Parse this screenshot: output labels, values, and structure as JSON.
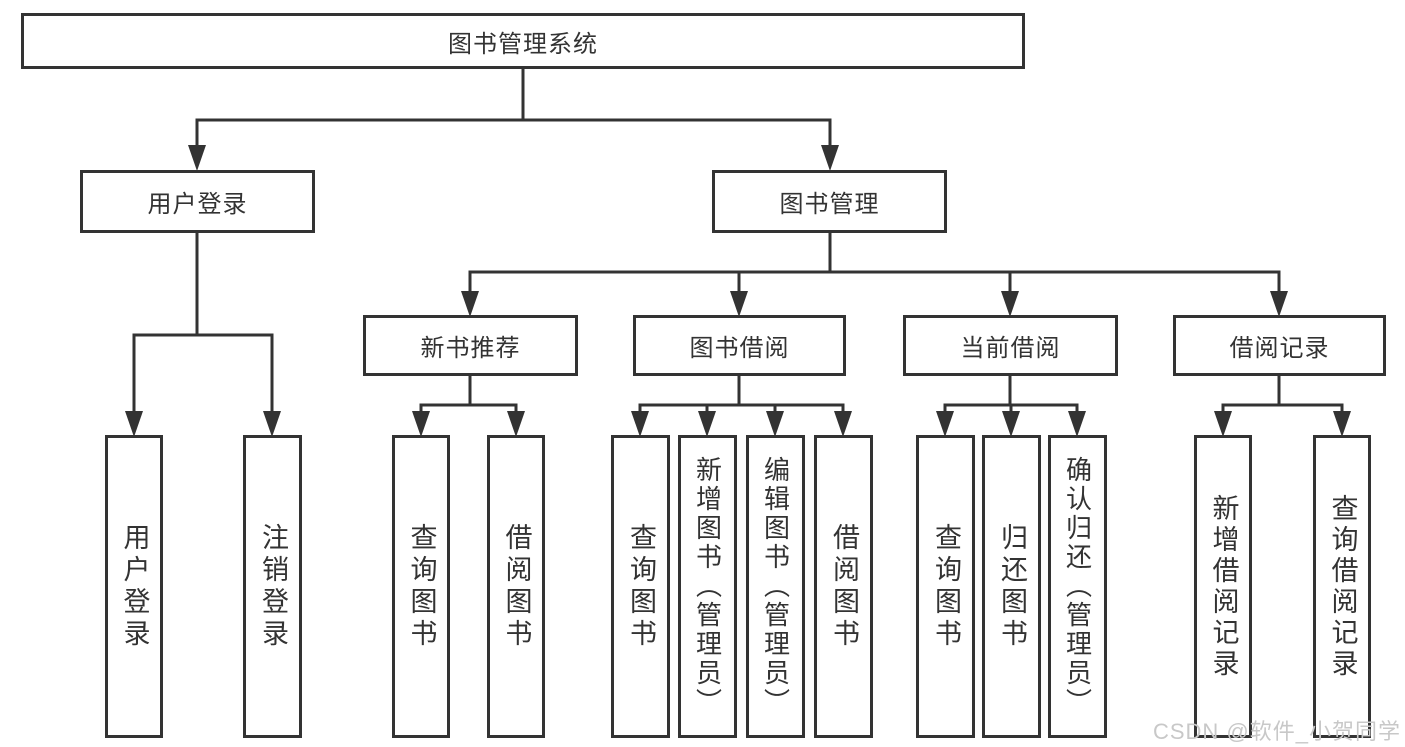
{
  "tree": {
    "root": "图书管理系统",
    "branches": [
      {
        "label": "用户登录",
        "children": [
          "用户登录",
          "注销登录"
        ]
      },
      {
        "label": "图书管理",
        "groups": [
          {
            "label": "新书推荐",
            "children": [
              "查询图书",
              "借阅图书"
            ]
          },
          {
            "label": "图书借阅",
            "children": [
              "查询图书",
              "新增图书（管理员）",
              "编辑图书（管理员）",
              "借阅图书"
            ]
          },
          {
            "label": "当前借阅",
            "children": [
              "查询图书",
              "归还图书",
              "确认归还（管理员）"
            ]
          },
          {
            "label": "借阅记录",
            "children": [
              "新增借阅记录",
              "查询借阅记录"
            ]
          }
        ]
      }
    ]
  },
  "watermark": "CSDN @软件_小贺同学",
  "colors": {
    "line": "#333333",
    "text": "#333333",
    "background": "#ffffff",
    "watermark": "#c8c8c8"
  }
}
